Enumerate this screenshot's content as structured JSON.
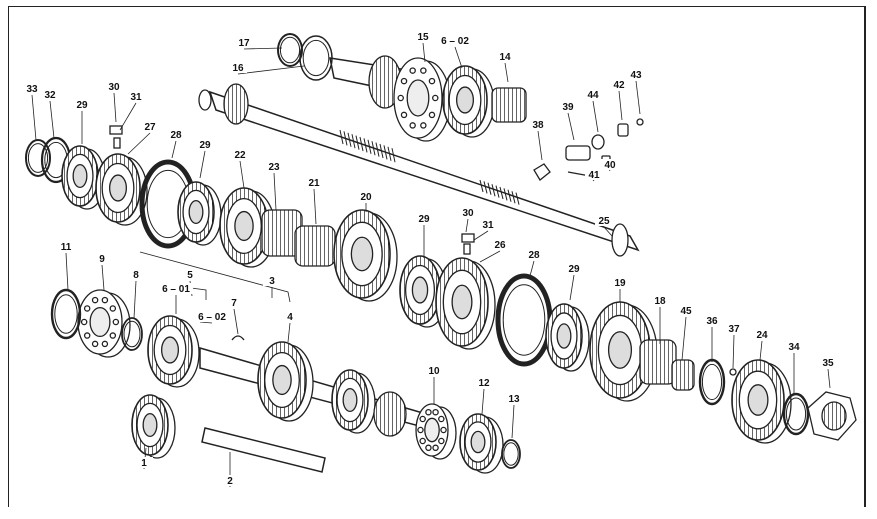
{
  "diagram": {
    "labels": [
      {
        "id": "17",
        "text": "17"
      },
      {
        "id": "16",
        "text": "16"
      },
      {
        "id": "15",
        "text": "15"
      },
      {
        "id": "6-02a",
        "text": "6 – 02"
      },
      {
        "id": "14",
        "text": "14"
      },
      {
        "id": "43",
        "text": "43"
      },
      {
        "id": "42",
        "text": "42"
      },
      {
        "id": "44",
        "text": "44"
      },
      {
        "id": "39",
        "text": "39"
      },
      {
        "id": "38",
        "text": "38"
      },
      {
        "id": "40",
        "text": "40"
      },
      {
        "id": "41",
        "text": "41"
      },
      {
        "id": "33",
        "text": "33"
      },
      {
        "id": "32",
        "text": "32"
      },
      {
        "id": "29a",
        "text": "29"
      },
      {
        "id": "30a",
        "text": "30"
      },
      {
        "id": "31a",
        "text": "31"
      },
      {
        "id": "27",
        "text": "27"
      },
      {
        "id": "28a",
        "text": "28"
      },
      {
        "id": "29b",
        "text": "29"
      },
      {
        "id": "22",
        "text": "22"
      },
      {
        "id": "23",
        "text": "23"
      },
      {
        "id": "21",
        "text": "21"
      },
      {
        "id": "20",
        "text": "20"
      },
      {
        "id": "29c",
        "text": "29"
      },
      {
        "id": "30b",
        "text": "30"
      },
      {
        "id": "31b",
        "text": "31"
      },
      {
        "id": "26",
        "text": "26"
      },
      {
        "id": "25",
        "text": "25"
      },
      {
        "id": "11",
        "text": "11"
      },
      {
        "id": "9",
        "text": "9"
      },
      {
        "id": "8",
        "text": "8"
      },
      {
        "id": "5",
        "text": "5"
      },
      {
        "id": "6-01",
        "text": "6 – 01"
      },
      {
        "id": "6-02b",
        "text": "6 – 02"
      },
      {
        "id": "7",
        "text": "7"
      },
      {
        "id": "3",
        "text": "3"
      },
      {
        "id": "4",
        "text": "4"
      },
      {
        "id": "28b",
        "text": "28"
      },
      {
        "id": "29d",
        "text": "29"
      },
      {
        "id": "19",
        "text": "19"
      },
      {
        "id": "18",
        "text": "18"
      },
      {
        "id": "45",
        "text": "45"
      },
      {
        "id": "36",
        "text": "36"
      },
      {
        "id": "37",
        "text": "37"
      },
      {
        "id": "24",
        "text": "24"
      },
      {
        "id": "34",
        "text": "34"
      },
      {
        "id": "35",
        "text": "35"
      },
      {
        "id": "10",
        "text": "10"
      },
      {
        "id": "12",
        "text": "12"
      },
      {
        "id": "13",
        "text": "13"
      },
      {
        "id": "1",
        "text": "1"
      },
      {
        "id": "2",
        "text": "2"
      }
    ]
  }
}
